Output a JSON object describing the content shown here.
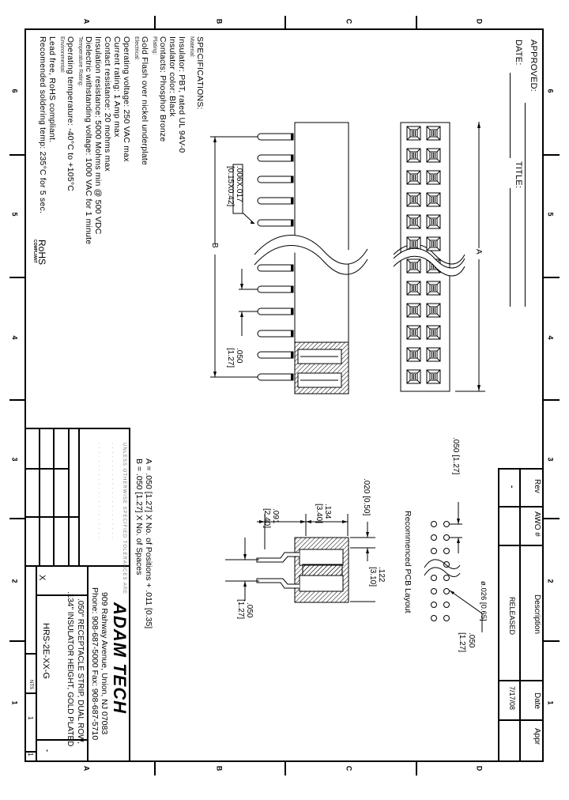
{
  "border": {
    "column_letters": [
      "A",
      "B",
      "C",
      "D"
    ],
    "row_numbers": [
      "6",
      "5",
      "4",
      "3",
      "2",
      "1"
    ]
  },
  "approval": {
    "approved_label": "APPROVED:",
    "date_label": "DATE:",
    "title_label": "TITLE:"
  },
  "revision_table": {
    "headers": [
      "Rev",
      "AWO #",
      "Description",
      "Date",
      "Appr"
    ],
    "rows": [
      {
        "rev": "-",
        "awo": "",
        "description": "RELEASED",
        "date": "7/17/08",
        "appr": ""
      }
    ]
  },
  "specifications": {
    "heading": "SPECIFICATIONS:",
    "lines": [
      {
        "text": "Material:",
        "style": "small"
      },
      {
        "text": "Insulator: PBT, rated UL 94V-0",
        "style": "normal"
      },
      {
        "text": "Insulator color: Black",
        "style": "normal"
      },
      {
        "text": "Contacts: Phosphor Bronze",
        "style": "normal"
      },
      {
        "text": "Plating:",
        "style": "small"
      },
      {
        "text": "Gold Flash over nickel underplate",
        "style": "normal"
      },
      {
        "text": "Electrical:",
        "style": "small"
      },
      {
        "text": "Operating voltage: 250 VAC max",
        "style": "normal"
      },
      {
        "text": "Current rating: 1 Amp max",
        "style": "normal"
      },
      {
        "text": "Contact resistance: 20 mohms max",
        "style": "normal"
      },
      {
        "text": "Insulation resistance: 5000 Mohms min @ 500 VDC",
        "style": "normal"
      },
      {
        "text": "Dielectric withstanding voltage: 1000 VAC for 1 minute",
        "style": "normal"
      },
      {
        "text": "Temperature Rating:",
        "style": "small"
      },
      {
        "text": "Operating temperature: -40°C to +105°C",
        "style": "normal"
      },
      {
        "text": "Environmental:",
        "style": "small"
      },
      {
        "text": "Lead free, RoHS compliant.",
        "style": "normal"
      },
      {
        "text": "Recomended soldering temp: 235°C for 5 sec.",
        "style": "normal"
      }
    ],
    "rohs_mark": "RoHS",
    "rohs_sub": "COMPLIANT"
  },
  "formulas": {
    "a": "A = .050 [1.27] X No. of Positions + .011 [0.35]",
    "b": "B = .050 [1.27] X No. of Spaces"
  },
  "dimensions": {
    "a_label": "A",
    "b_label": "B",
    "pin_size": ".006X.017",
    "pin_size_mm": "[0.15X0.42]",
    "pitch_side": ".050",
    "pitch_side_mm": "[1.27]",
    "pcb_pitch": ".050 [1.27]",
    "pcb_hole": "ø.026 [0.65]",
    "pcb_row_pitch": ".050",
    "pcb_row_pitch_mm": "[1.27]",
    "pcb_title": "Recommenced PCB Layout",
    "dim_020": ".020 [0.50]",
    "dim_134": ".134",
    "dim_134_mm": "[3.40]",
    "dim_091": ".091",
    "dim_091_mm": "[2.40]",
    "dim_122": ".122",
    "dim_122_mm": "[3.10]",
    "dim_050_end": ".050",
    "dim_050_end_mm": "[1.27]"
  },
  "title_block": {
    "company": "ADAM TECH",
    "address": "909 Rahway Avenue, Union, NJ 07083",
    "phone": "Phone: 908-687-5000 Fax: 908-687-5710",
    "desc_line1": ".050\" RECEPTACLE STRIP, DUAL ROW,",
    "desc_line2": ".134\" INSULATOR HEIGHT, GOLD PLATED",
    "part_number": "HRS-2E-XX-G",
    "scale": "NTS",
    "mark_x": "X",
    "sheet": "1",
    "of": "1",
    "rev": "-",
    "tolerance_placeholder": "UNLESS OTHERWISE SPECIFIED TOLERANCES ARE"
  }
}
